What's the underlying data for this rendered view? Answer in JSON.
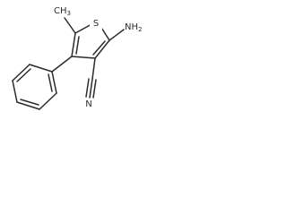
{
  "molecule": {
    "atoms": {
      "sulfur": "S",
      "amino": "NH2",
      "methyl": "CH3",
      "nitrile_nitrogen": "N"
    }
  }
}
